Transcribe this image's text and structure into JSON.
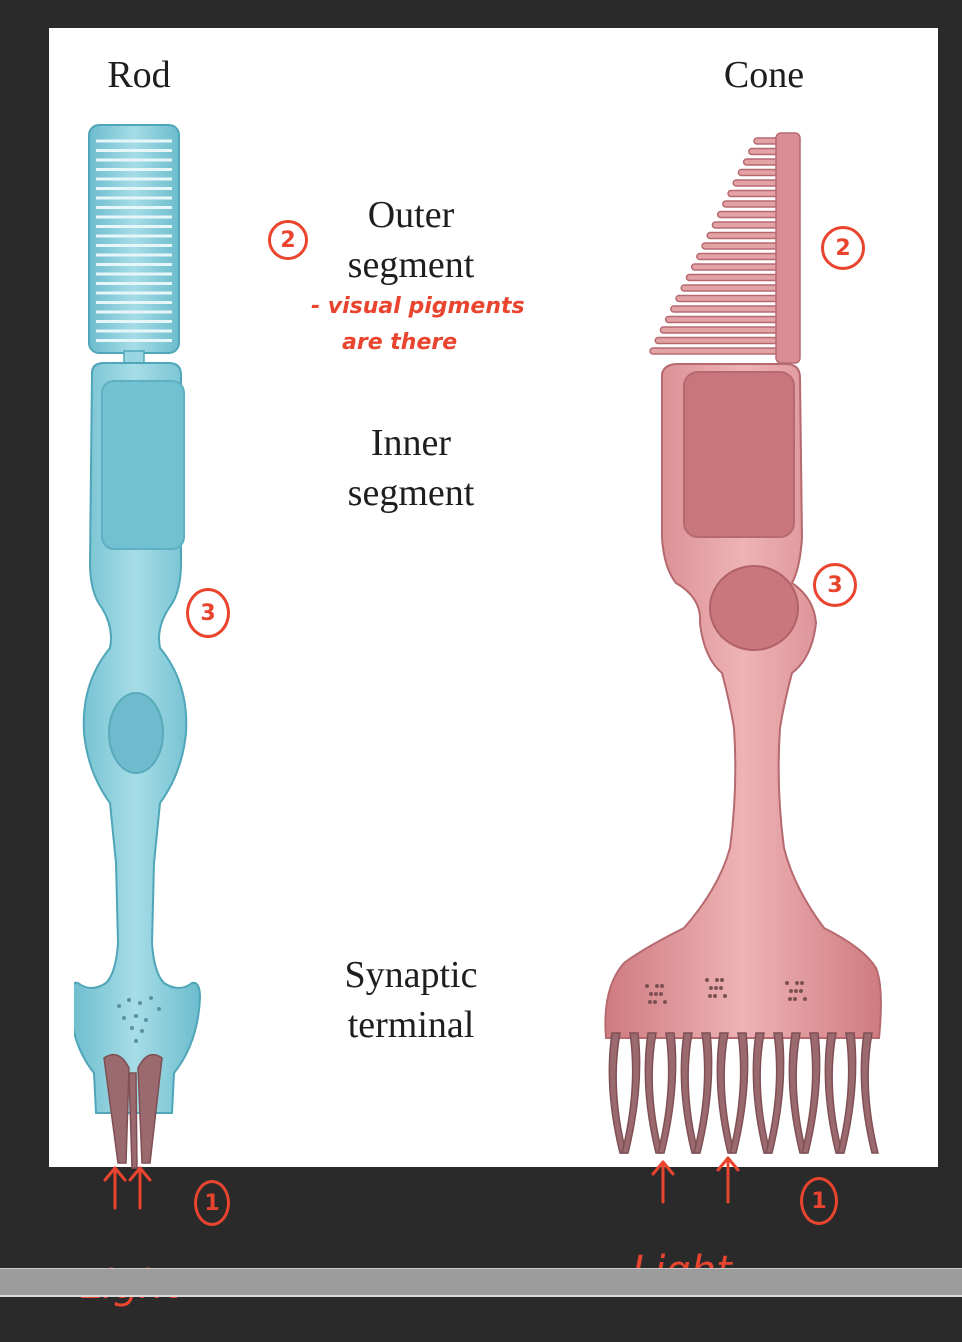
{
  "labels": {
    "rod": "Rod",
    "cone": "Cone",
    "outer_segment": [
      "Outer",
      "segment"
    ],
    "inner_segment": [
      "Inner",
      "segment"
    ],
    "synaptic_terminal": [
      "Synaptic",
      "terminal"
    ]
  },
  "annotations": {
    "note_line1": "- visual pigments",
    "note_line2": "are there",
    "rod_outer_number": "2",
    "cone_outer_number": "2",
    "rod_mid_number": "3",
    "cone_mid_number": "3",
    "rod_light_number": "1",
    "cone_light_number": "1",
    "rod_light_text": "Light",
    "cone_light_text": "Light"
  },
  "colors": {
    "rod_fill": "#8fd0dc",
    "rod_dark": "#4fa6b8",
    "cone_fill": "#dc8f92",
    "cone_dark": "#b15d62",
    "annotation": "#e8442e"
  }
}
